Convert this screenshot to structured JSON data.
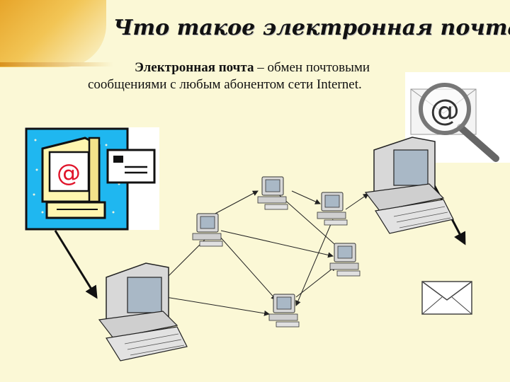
{
  "slide": {
    "title": "Что такое электронная почта?",
    "definition_term": "Электронная почта",
    "definition_text": " – обмен почтовыми сообщениями с любым абонентом сети Internet."
  },
  "icons": {
    "magnifier_symbol": "@",
    "mail_client_symbol": "@"
  },
  "colors": {
    "background": "#fbf8d6",
    "accent": "#e7a52a",
    "computer_body": "#d8d8d8",
    "screen": "#aab7c4",
    "icon_background": "#1fb7f0"
  }
}
